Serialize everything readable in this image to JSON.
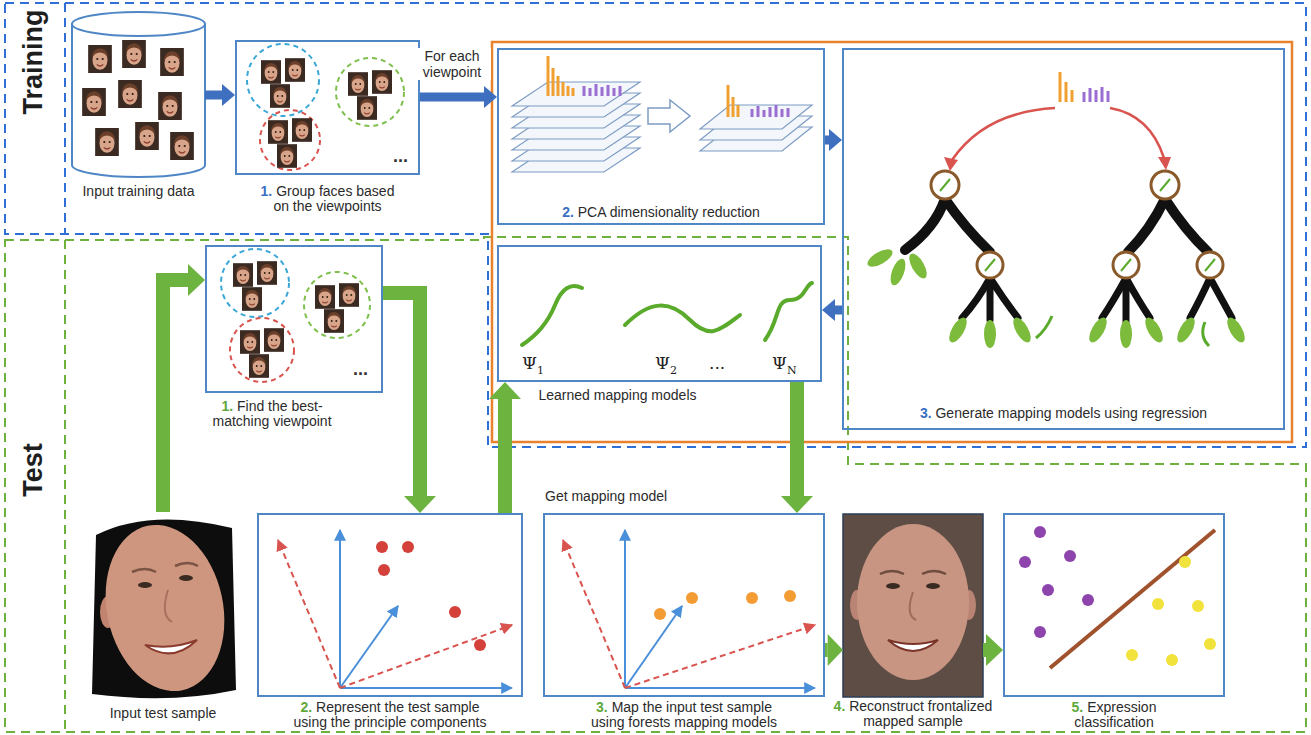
{
  "diagram": {
    "nodes": [
      {
        "text": [
          "Input training data"
        ]
      },
      {
        "text": [
          "...",
          "1.",
          "Group faces based on the viewpoints"
        ]
      },
      {
        "text": [
          "2.",
          "PCA dimensionality reduction"
        ]
      },
      {
        "text": [
          "3.",
          "Generate mapping models using regression"
        ]
      },
      {
        "text": [
          "Ψ",
          "1",
          "Ψ",
          "2",
          "...",
          "Ψ",
          "N",
          "Learned mapping models"
        ]
      },
      {
        "text": [
          "...",
          "1.",
          "Find the best-matching viewpoint"
        ]
      },
      {
        "text": [
          "Input test sample"
        ]
      },
      {
        "text": [
          "2.",
          "Represent the test sample using the principle components"
        ]
      },
      {
        "text": [
          "Get mapping model",
          "3.",
          "Map the input test sample using forests mapping models"
        ]
      },
      {
        "text": [
          "4.",
          "Reconstruct frontalized mapped sample"
        ]
      },
      {
        "text": [
          "5.",
          "Expression classification"
        ]
      }
    ],
    "edges": [
      {
        "from": 0,
        "to": 1,
        "arrow": "to"
      },
      {
        "from": 1,
        "to": 2,
        "arrow": "to",
        "label": "For each viewpoint"
      },
      {
        "from": 2,
        "to": 3,
        "arrow": "to"
      },
      {
        "from": 3,
        "to": 4,
        "arrow": "to"
      },
      {
        "from": 6,
        "to": 5,
        "arrow": "to"
      },
      {
        "from": 5,
        "to": 7,
        "arrow": "to"
      },
      {
        "from": 7,
        "to": 4,
        "arrow": "to"
      },
      {
        "from": 4,
        "to": 8,
        "arrow": "to"
      },
      {
        "from": 8,
        "to": 9,
        "arrow": "to"
      },
      {
        "from": 9,
        "to": 10,
        "arrow": "to"
      }
    ],
    "labels": [
      "Training",
      "Test"
    ]
  }
}
